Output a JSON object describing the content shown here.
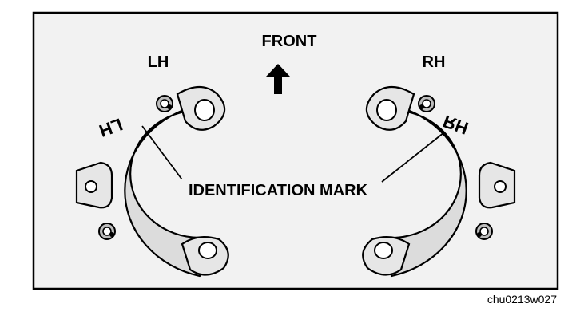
{
  "labels": {
    "front": "FRONT",
    "left": "LH",
    "right": "RH",
    "identification": "IDENTIFICATION MARK",
    "mark_left": "LH",
    "mark_right": "RH",
    "figure_code": "chu0213w027"
  },
  "colors": {
    "background": "#ffffff",
    "panel": "#f2f2f2",
    "part_fill": "#dcdcdc",
    "ink": "#000000"
  },
  "icons": {
    "direction": "up-arrow-icon"
  }
}
